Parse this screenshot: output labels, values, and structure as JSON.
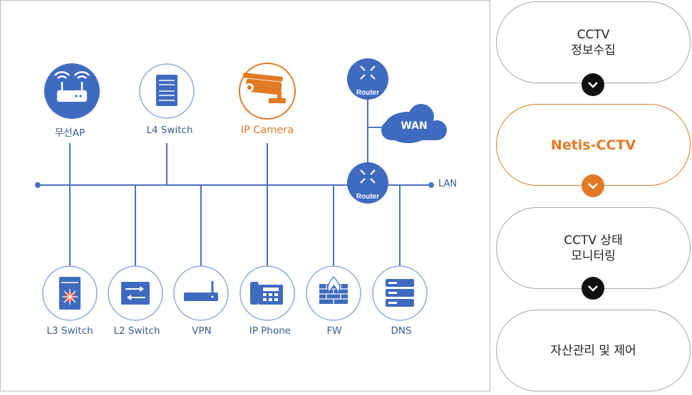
{
  "nodes": {
    "wireless_ap": {
      "label": "무선AP",
      "icon": "wifi-router-icon"
    },
    "l4_switch": {
      "label": "L4 Switch",
      "icon": "switch-rack-icon"
    },
    "ip_camera": {
      "label": "IP Camera",
      "icon": "cctv-camera-icon"
    },
    "router_top": {
      "label": "Router",
      "icon": "router-icon"
    },
    "wan": {
      "label": "WAN",
      "icon": "cloud-icon"
    },
    "router_main": {
      "label": "Router",
      "icon": "router-icon"
    },
    "lan": {
      "label": "LAN"
    },
    "l3_switch": {
      "label": "L3 Switch",
      "icon": "l3-switch-icon"
    },
    "l2_switch": {
      "label": "L2 Switch",
      "icon": "l2-switch-icon"
    },
    "vpn": {
      "label": "VPN",
      "icon": "vpn-device-icon"
    },
    "ip_phone": {
      "label": "IP Phone",
      "icon": "phone-icon"
    },
    "fw": {
      "label": "FW",
      "icon": "firewall-icon"
    },
    "dns": {
      "label": "DNS",
      "icon": "server-stack-icon"
    }
  },
  "flow": {
    "steps": [
      {
        "label": "CCTV\n정보수집",
        "active": false
      },
      {
        "label": "Netis-CCTV",
        "active": true
      },
      {
        "label": "CCTV 상태\n모니터링",
        "active": false
      },
      {
        "label": "자산관리 및 제어",
        "active": false
      }
    ]
  },
  "colors": {
    "line_blue": "#4a74c4",
    "node_blue": "#3f6bbf",
    "ring_blue": "#8da6d8",
    "accent_orange": "#e07a25"
  }
}
